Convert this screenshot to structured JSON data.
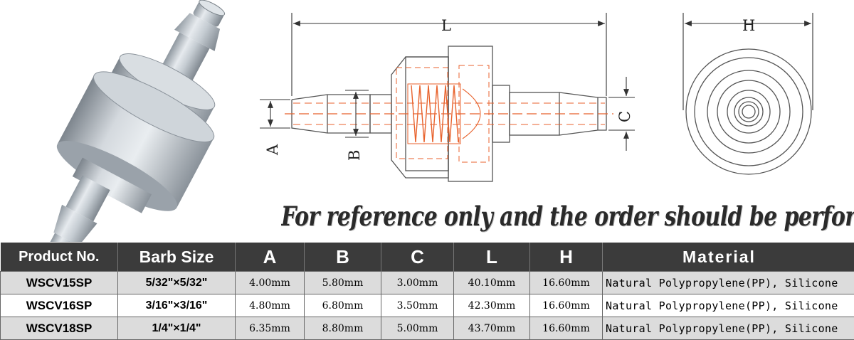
{
  "drawing": {
    "dimension_labels": {
      "L": "L",
      "H": "H",
      "A": "A",
      "B": "B",
      "C": "C"
    },
    "colors": {
      "line": "#555555",
      "spring": "#e8622c",
      "body_shade": "#b9c1c8"
    }
  },
  "note": "For reference only and the order should be performed based on the real size",
  "table": {
    "headers": [
      "Product No.",
      "Barb Size",
      "A",
      "B",
      "C",
      "L",
      "H",
      "Material"
    ],
    "rows": [
      {
        "product": "WSCV15SP",
        "barb": "5/32\"×5/32\"",
        "a": "4.00mm",
        "b": "5.80mm",
        "c": "3.00mm",
        "l": "40.10mm",
        "h": "16.60mm",
        "material": "Natural Polypropylene(PP), Silicone"
      },
      {
        "product": "WSCV16SP",
        "barb": "3/16\"×3/16\"",
        "a": "4.80mm",
        "b": "6.80mm",
        "c": "3.50mm",
        "l": "42.30mm",
        "h": "16.60mm",
        "material": "Natural Polypropylene(PP), Silicone"
      },
      {
        "product": "WSCV18SP",
        "barb": "1/4\"×1/4\"",
        "a": "6.35mm",
        "b": "8.80mm",
        "c": "5.00mm",
        "l": "43.70mm",
        "h": "16.60mm",
        "material": "Natural Polypropylene(PP), Silicone"
      }
    ]
  }
}
